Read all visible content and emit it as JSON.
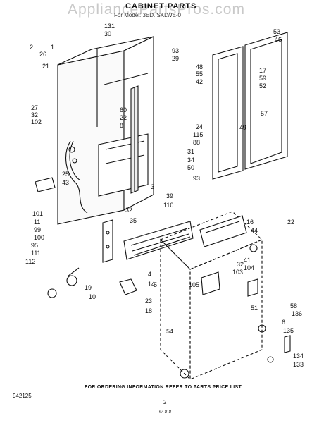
{
  "watermark": "AppliancePartsPros.com",
  "title": "CABINET PARTS",
  "subtitle": "For Model: 3ED..SKLWE-0",
  "footer_note": "FOR ORDERING INFORMATION REFER TO PARTS PRICE LIST",
  "doc_code": "942125",
  "page_number": "2",
  "handwritten_mark": "6/-8-8",
  "callouts": [
    "131",
    "30",
    "93",
    "29",
    "48",
    "55",
    "42",
    "1",
    "2",
    "26",
    "21",
    "27",
    "32",
    "102",
    "60",
    "22",
    "8",
    "24",
    "115",
    "88",
    "31",
    "34",
    "50",
    "93",
    "3",
    "39",
    "110",
    "32",
    "35",
    "25",
    "43",
    "101",
    "11",
    "99",
    "100",
    "95",
    "111",
    "112",
    "53",
    "46",
    "17",
    "59",
    "52",
    "49",
    "57",
    "16",
    "44",
    "32",
    "103",
    "41",
    "104",
    "105",
    "5",
    "4",
    "14",
    "23",
    "19",
    "10",
    "18",
    "54",
    "51",
    "58",
    "136",
    "6",
    "135",
    "134",
    "133",
    "22"
  ]
}
